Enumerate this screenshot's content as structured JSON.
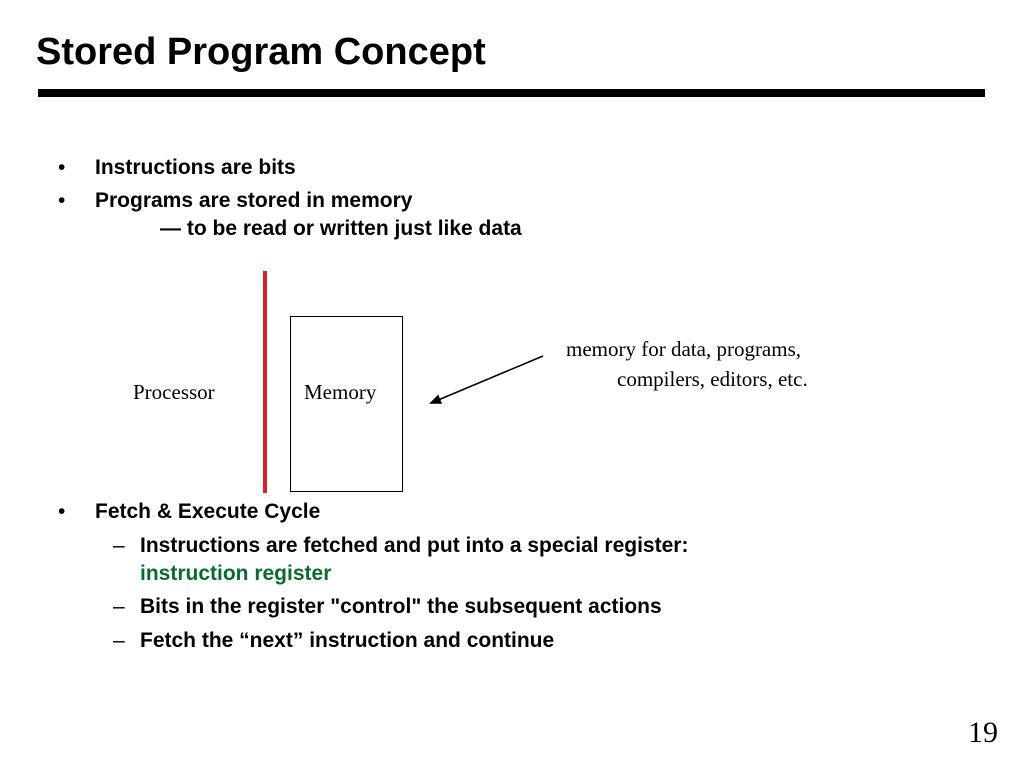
{
  "slide": {
    "title": "Stored Program Concept",
    "page_number": "19"
  },
  "bullets_top": {
    "glyph": "•",
    "items": [
      {
        "text": "Instructions are bits"
      },
      {
        "text": "Programs are stored in memory",
        "continuation": "— to be read or written just like data"
      }
    ]
  },
  "diagram": {
    "processor_label": "Processor",
    "memory_label": "Memory",
    "annotation_line1": "memory for data, programs,",
    "annotation_line2": "compilers, editors, etc.",
    "processor_line_color": "#d9202a",
    "arrow_color": "#000000"
  },
  "fetch": {
    "glyph": "•",
    "heading": "Fetch & Execute Cycle",
    "dash": "–",
    "subitems": [
      {
        "text": "Instructions are fetched and put into a special register:",
        "highlight": "instruction register"
      },
      {
        "text": "Bits in the register \"control\" the subsequent actions"
      },
      {
        "text": "Fetch the “next” instruction and continue"
      }
    ],
    "highlight_color": "#0a6b2e"
  }
}
